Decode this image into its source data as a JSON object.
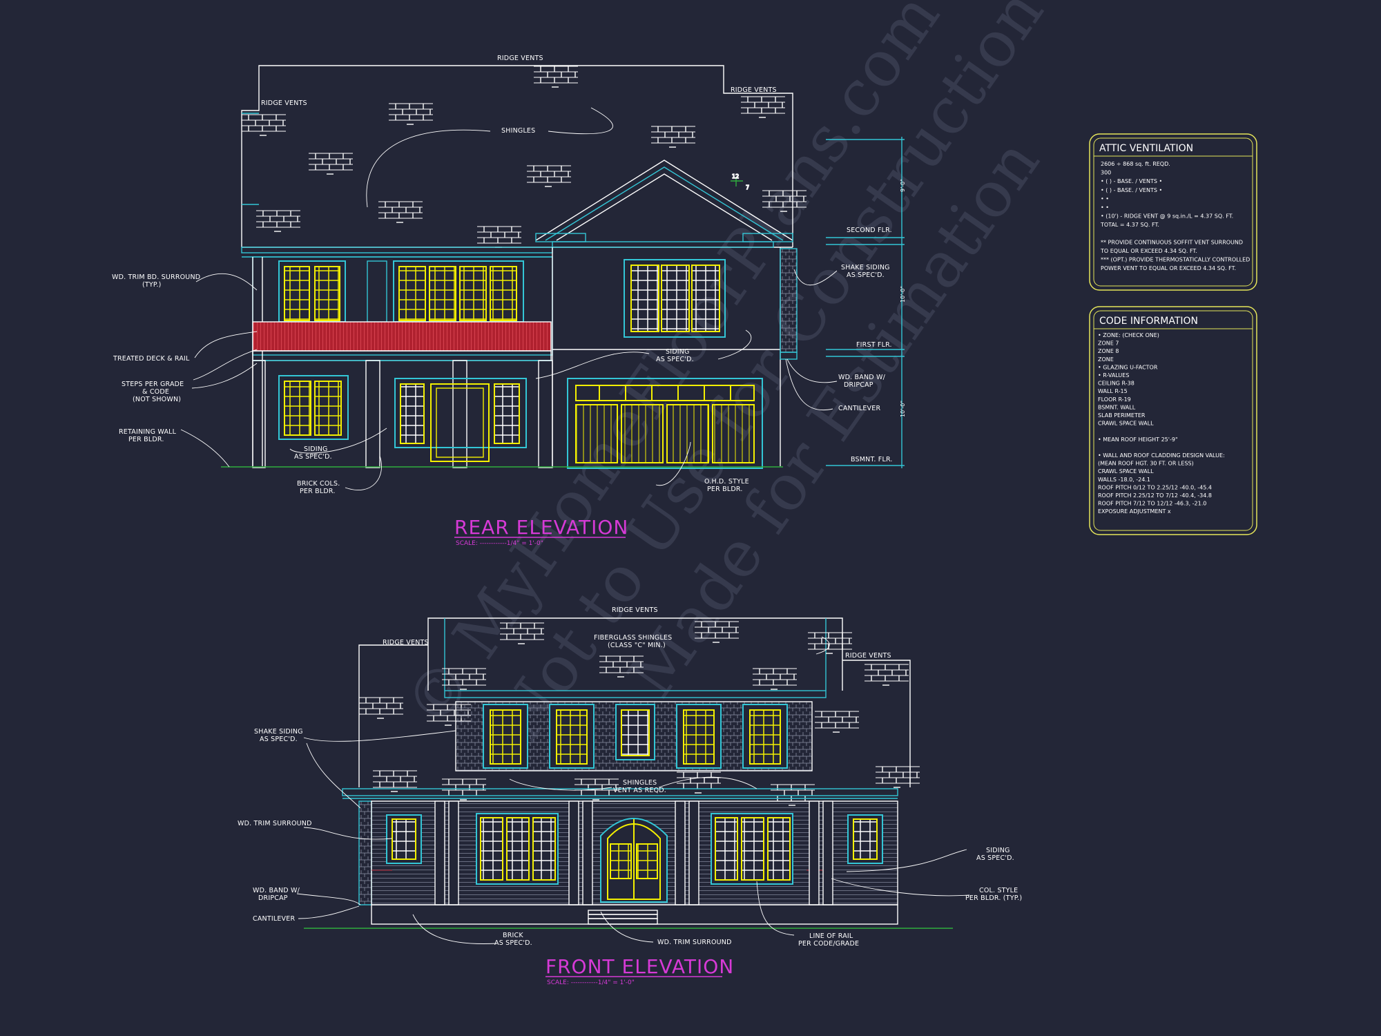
{
  "colors": {
    "background": "#232637",
    "linework": "#ffffff",
    "cyan": "#33c6d6",
    "yellow": "#f4f000",
    "magenta": "#d63ad6",
    "deck_rail": "#b0212f",
    "panel_border": "#e6e65a",
    "ground": "#2fae3f"
  },
  "watermark": {
    "line1": "© MyHomeFloorPlans.com",
    "line2": "Not to Use for Construction",
    "line3": "Made for Estimation"
  },
  "rear": {
    "title": "REAR ELEVATION",
    "scale": "SCALE: ------------1/4\" = 1'-0\"",
    "labels": {
      "ridge_vents_top": "RIDGE VENTS",
      "ridge_vents_left": "RIDGE VENTS",
      "ridge_vents_right": "RIDGE VENTS",
      "shingles": "SHINGLES",
      "trim_1": "WD. TRIM BD. SURROUND",
      "trim_2": "(TYP.)",
      "deck": "TREATED DECK & RAIL",
      "steps_1": "STEPS PER GRADE",
      "steps_2": "& CODE",
      "steps_3": "(NOT SHOWN)",
      "retaining_1": "RETAINING WALL",
      "retaining_2": "PER BLDR.",
      "siding_lower_1": "SIDING",
      "siding_lower_2": "AS SPEC'D.",
      "brick_1": "BRICK COLS.",
      "brick_2": "PER BLDR.",
      "siding_mid_1": "SIDING",
      "siding_mid_2": "AS SPEC'D.",
      "ohd_1": "O.H.D. STYLE",
      "ohd_2": "PER BLDR.",
      "shake_1": "SHAKE SIDING",
      "shake_2": "AS SPEC'D.",
      "band_1": "WD. BAND W/",
      "band_2": "DRIPCAP",
      "cantilever": "CANTILEVER",
      "second_flr": "SECOND FLR.",
      "first_flr": "FIRST FLR.",
      "bsmnt_flr": "BSMNT. FLR.",
      "dim_1": "9'-0\"",
      "dim_2": "10'-0\"",
      "dim_3": "10'-0\"",
      "pitch_rise": "12",
      "pitch_run": "7"
    }
  },
  "front": {
    "title": "FRONT ELEVATION",
    "scale": "SCALE: ------------1/4\" = 1'-0\"",
    "labels": {
      "ridge_vents_top": "RIDGE VENTS",
      "ridge_vents_left": "RIDGE VENTS",
      "ridge_vents_right": "RIDGE VENTS",
      "fg_1": "FIBERGLASS SHINGLES",
      "fg_2": "(CLASS \"C\" MIN.)",
      "shake_1": "SHAKE SIDING",
      "shake_2": "AS SPEC'D.",
      "shingles_1": "SHINGLES",
      "shingles_2": "VENT AS REQD.",
      "trim": "WD. TRIM SURROUND",
      "band_1": "WD. BAND W/",
      "band_2": "DRIPCAP",
      "cantilever": "CANTILEVER",
      "brick_1": "BRICK",
      "brick_2": "AS SPEC'D.",
      "trim_bottom": "WD. TRIM SURROUND",
      "rail_1": "LINE OF RAIL",
      "rail_2": "PER CODE/GRADE",
      "siding_1": "SIDING",
      "siding_2": "AS SPEC'D.",
      "col_1": "COL. STYLE",
      "col_2": "PER BLDR. (TYP.)"
    }
  },
  "attic_panel": {
    "title": "ATTIC VENTILATION",
    "lines": [
      "2606 ÷ 868 sq. ft. REQD.",
      "300",
      "• (  ) -        BASE.   /   VENTS   •",
      "• (  ) -        BASE.   /   VENTS   •",
      "•                                   •",
      "•                                   •",
      "• (10') - RIDGE VENT @ 9 sq.in./L  = 4.37 SQ. FT.",
      "                          TOTAL     = 4.37 SQ. FT.",
      "",
      "** PROVIDE CONTINUOUS SOFFIT VENT SURROUND",
      "    TO EQUAL OR EXCEED  4.34 SQ. FT.",
      "*** (OPT.) PROVIDE THERMOSTATICALLY CONTROLLED",
      "    POWER VENT TO EQUAL OR EXCEED  4.34 SQ. FT."
    ]
  },
  "code_panel": {
    "title": "CODE INFORMATION",
    "lines": [
      "• ZONE: (CHECK ONE)",
      "      ZONE 7",
      "      ZONE 8",
      "      ZONE",
      "• GLAZING U-FACTOR",
      "• R-VALUES",
      "      CEILING            R-38",
      "      WALL               R-15",
      "      FLOOR              R-19",
      "      BSMNT. WALL",
      "      SLAB PERIMETER",
      "      CRAWL SPACE WALL",
      "",
      "• MEAN ROOF HEIGHT   25'-9\"",
      "",
      "• WALL AND ROOF CLADDING DESIGN VALUE:",
      "   (MEAN ROOF HGT. 30 FT. OR LESS)",
      "      CRAWL SPACE WALL",
      "      WALLS                       -18.0, -24.1",
      "      ROOF PITCH 0/12 TO 2.25/12   -40.0, -45.4",
      "      ROOF PITCH 2.25/12 TO 7/12   -40.4, -34.8",
      "      ROOF PITCH 7/12 TO 12/12     -46.3, -21.0",
      "      EXPOSURE ADJUSTMENT         x"
    ]
  }
}
